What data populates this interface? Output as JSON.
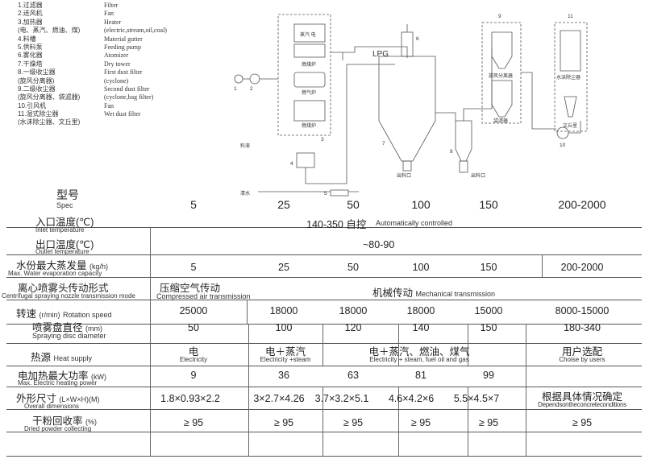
{
  "legend": [
    {
      "zh": "1.过滤器",
      "en": "Filter"
    },
    {
      "zh": "2.送风机",
      "en": "Fan"
    },
    {
      "zh": "3.加热器",
      "en": "Heater"
    },
    {
      "zh": "(电、蒸汽、燃油、煤)",
      "en": "(electric,stream,oil,coal)"
    },
    {
      "zh": "4.料槽",
      "en": "Material gutter"
    },
    {
      "zh": "5.供料泵",
      "en": "Feeding pump"
    },
    {
      "zh": "6.雾化器",
      "en": "Atomizer"
    },
    {
      "zh": "7.干燥塔",
      "en": "Dry tower"
    },
    {
      "zh": "8.一级收尘器",
      "en": "First dust filter"
    },
    {
      "zh": "(旋风分离器)",
      "en": "(cyclone)"
    },
    {
      "zh": "9.二级收尘器",
      "en": "Second dust filter"
    },
    {
      "zh": "(旋风分离器、袋滤器)",
      "en": "(cyclone,bag filter)"
    },
    {
      "zh": "10.引风机",
      "en": "Fan"
    },
    {
      "zh": "11.湿式除尘器",
      "en": "Wet dust filter"
    },
    {
      "zh": "(水沫除尘器、文丘里)",
      "en": ""
    }
  ],
  "diagram": {
    "labels": {
      "steam_electric": "蒸汽 电",
      "coal_furnace_1": "燃煤炉",
      "oil_furnace": "燃气炉",
      "coal_furnace_2": "燃煤炉",
      "lpg": "LPG",
      "feed": "料液",
      "clean_water": "清水",
      "outlet_7": "出料口",
      "outlet_8": "出料口",
      "cyclone": "旋风分离器",
      "bag_filter": "袋滤器",
      "wet_scrubber": "水沫除尘器",
      "venturi": "文丘里"
    },
    "numbers": [
      "1",
      "2",
      "3",
      "4",
      "5",
      "6",
      "7",
      "8",
      "9",
      "10",
      "11"
    ]
  },
  "spec": {
    "label_zh": "型号",
    "label_en": "Spec",
    "values": [
      "5",
      "25",
      "50",
      "100",
      "150",
      "200-2000"
    ]
  },
  "rows": {
    "inlet": {
      "zh": "入口温度(℃)",
      "en": "Inlet temperature",
      "value": "140-350 自控",
      "value_en": "Automatically controlled"
    },
    "outlet": {
      "zh": "出口温度(℃)",
      "en": "Outlet temperature",
      "value": "~80-90"
    },
    "water": {
      "zh": "水份最大蒸发量",
      "unit": "(kg/h)",
      "en": "Max. Water evaporation capacity",
      "values": [
        "5",
        "25",
        "50",
        "100",
        "150",
        "200-2000"
      ]
    },
    "nozzle": {
      "zh": "离心喷雾头传动形式",
      "en": "Centrifugal spraying nozzle transmission mode",
      "v1_zh": "压缩空气传动",
      "v1_en": "Compressed air transmission",
      "v2_zh": "机械传动",
      "v2_en": "Mechanical transmission"
    },
    "speed": {
      "zh": "转速",
      "unit": "(r/min)",
      "en": "Rotation speed",
      "values": [
        "25000",
        "18000",
        "18000",
        "18000",
        "15000",
        "8000-15000"
      ]
    },
    "disc": {
      "zh": "喷雾盘直径",
      "unit": "(mm)",
      "en": "Spraying disc diameter",
      "values": [
        "50",
        "100",
        "120",
        "140",
        "150",
        "180-340"
      ]
    },
    "heat": {
      "zh": "热源",
      "en": "Heat supply",
      "c1_zh": "电",
      "c1_en": "Electricity",
      "c2_zh": "电＋蒸汽",
      "c2_en": "Electricity +steam",
      "c3_zh": "电＋蒸汽、燃油、煤气",
      "c3_en": "Electricity + steam, fuel oil and gas",
      "c4_zh": "用户选配",
      "c4_en": "Choise by users"
    },
    "power": {
      "zh": "电加热最大功率",
      "unit": "(kW)",
      "en": "Max. Electric heating power",
      "values": [
        "9",
        "36",
        "63",
        "81",
        "99"
      ]
    },
    "dims": {
      "zh": "外形尺寸",
      "unit": "(L×W×H)(M)",
      "en": "Overall dimensions",
      "values": [
        "1.8×0.93×2.2",
        "3×2.7×4.26",
        "3.7×3.2×5.1",
        "4.6×4.2×6",
        "5.5×4.5×7"
      ],
      "last_zh": "根据具体情况确定",
      "last_en": "Dependsontheconcreteconditions"
    },
    "recovery": {
      "zh": "干粉回收率",
      "unit": "(%)",
      "en": "Dried powder collecting",
      "values": [
        "≥ 95",
        "≥ 95",
        "≥ 95",
        "≥ 95",
        "≥ 95",
        "≥ 95"
      ]
    }
  }
}
